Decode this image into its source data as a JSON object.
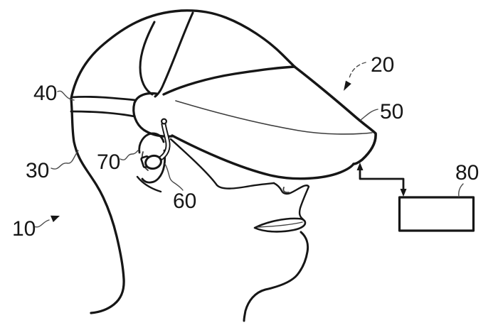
{
  "figure_type": "patent-line-drawing",
  "labels": {
    "n10": "10",
    "n20": "20",
    "n30": "30",
    "n40": "40",
    "n50": "50",
    "n60": "60",
    "n70": "70",
    "n80": "80"
  },
  "colors": {
    "ink": "#161616",
    "leader": "#4a4a4a",
    "background": "#ffffff"
  }
}
